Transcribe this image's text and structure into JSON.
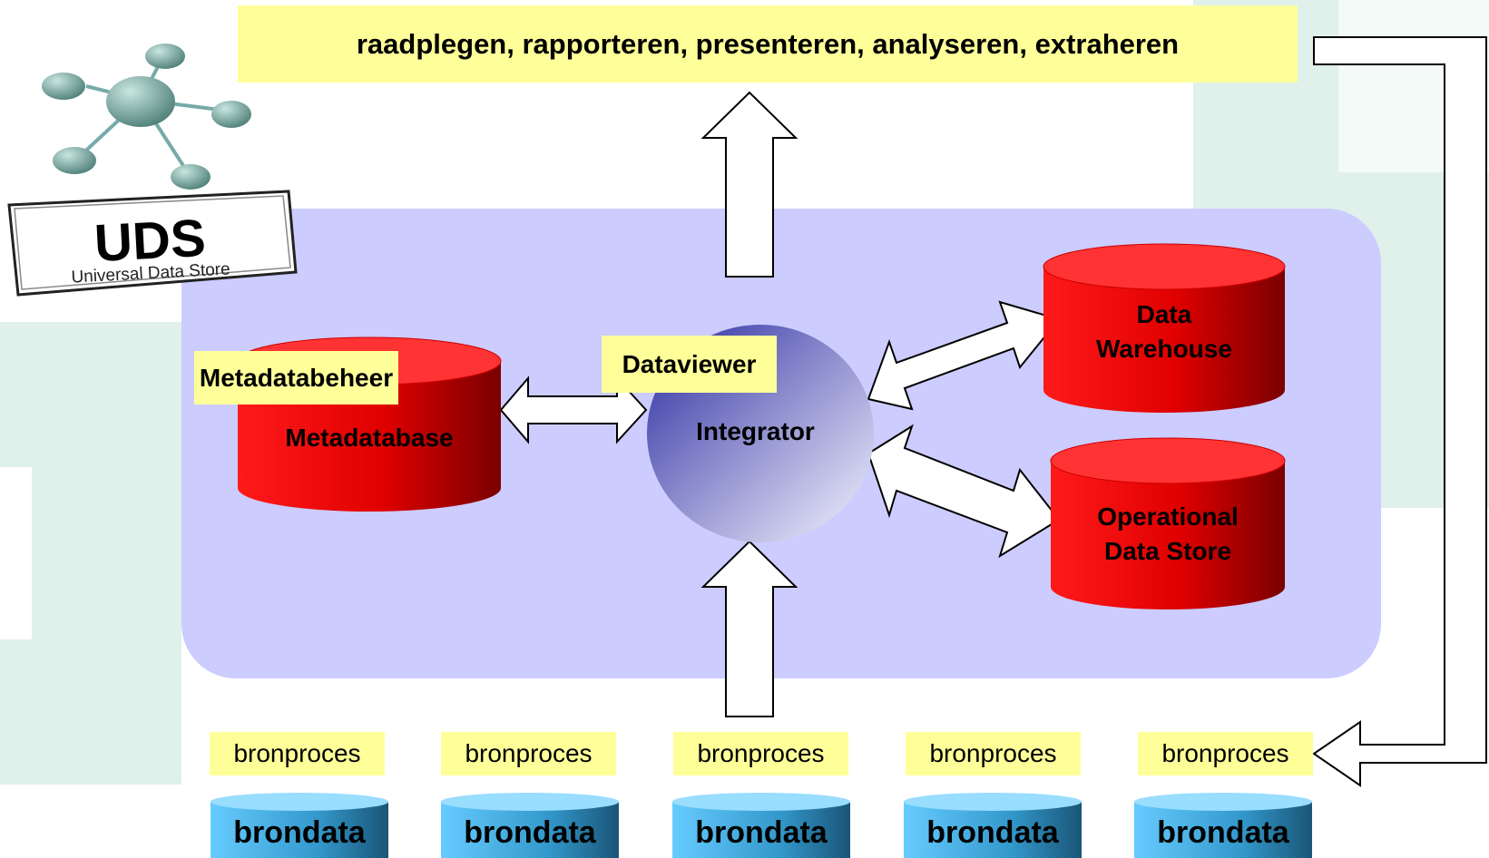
{
  "logo": {
    "title": "UDS",
    "subtitle": "Universal Data Store"
  },
  "top_label": "raadplegen, rapporteren, presenteren, analyseren, extraheren",
  "components": {
    "metadatabeheer": "Metadatabeheer",
    "metadatabase": "Metadatabase",
    "dataviewer": "Dataviewer",
    "integrator": "Integrator",
    "data_warehouse": [
      "Data",
      "Warehouse"
    ],
    "ods": [
      "Operational",
      "Data Store"
    ]
  },
  "sources": [
    {
      "process": "bronproces",
      "data": "brondata"
    },
    {
      "process": "bronproces",
      "data": "brondata"
    },
    {
      "process": "bronproces",
      "data": "brondata"
    },
    {
      "process": "bronproces",
      "data": "brondata"
    },
    {
      "process": "bronproces",
      "data": "brondata"
    }
  ],
  "colors": {
    "panel": "#ccccff",
    "background_tint": "#e0f0ea",
    "label_yellow": "#ffff99",
    "database_red": "#ff2020",
    "brondata_blue": "#66ccff"
  }
}
